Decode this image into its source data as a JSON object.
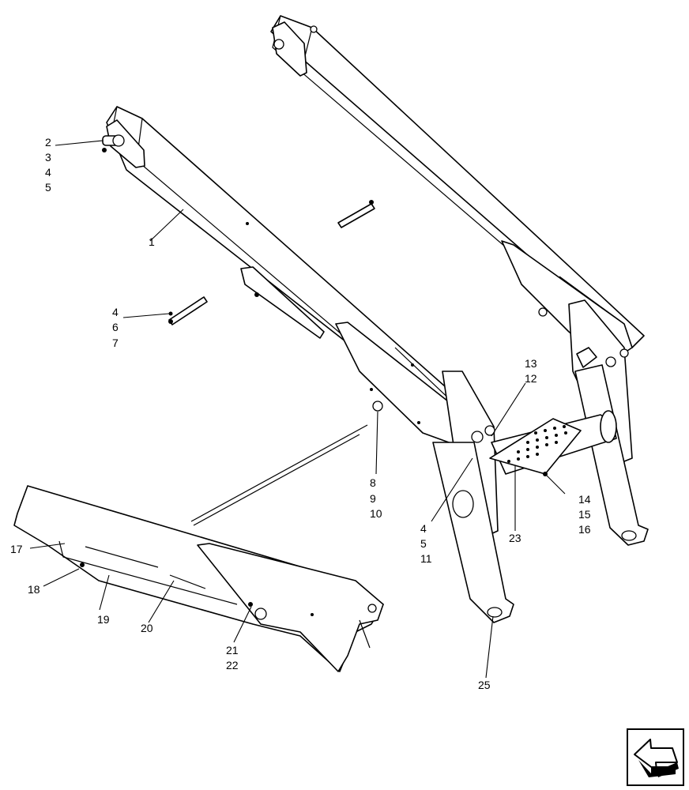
{
  "callouts": [
    {
      "id": "c2",
      "text": "2"
    },
    {
      "id": "c3",
      "text": "3"
    },
    {
      "id": "c4a",
      "text": "4"
    },
    {
      "id": "c5a",
      "text": "5"
    },
    {
      "id": "c1",
      "text": "1"
    },
    {
      "id": "c4b",
      "text": "4"
    },
    {
      "id": "c6",
      "text": "6"
    },
    {
      "id": "c7",
      "text": "7"
    },
    {
      "id": "c13",
      "text": "13"
    },
    {
      "id": "c12",
      "text": "12"
    },
    {
      "id": "c8",
      "text": "8"
    },
    {
      "id": "c9",
      "text": "9"
    },
    {
      "id": "c10",
      "text": "10"
    },
    {
      "id": "c14",
      "text": "14"
    },
    {
      "id": "c15",
      "text": "15"
    },
    {
      "id": "c16",
      "text": "16"
    },
    {
      "id": "c23",
      "text": "23"
    },
    {
      "id": "c4c",
      "text": "4"
    },
    {
      "id": "c5b",
      "text": "5"
    },
    {
      "id": "c11",
      "text": "11"
    },
    {
      "id": "c17",
      "text": "17"
    },
    {
      "id": "c18",
      "text": "18"
    },
    {
      "id": "c19",
      "text": "19"
    },
    {
      "id": "c20",
      "text": "20"
    },
    {
      "id": "c21",
      "text": "21"
    },
    {
      "id": "c22",
      "text": "22"
    },
    {
      "id": "c25",
      "text": "25"
    }
  ],
  "navigation": {
    "icon": "previous-page-arrow-icon"
  }
}
